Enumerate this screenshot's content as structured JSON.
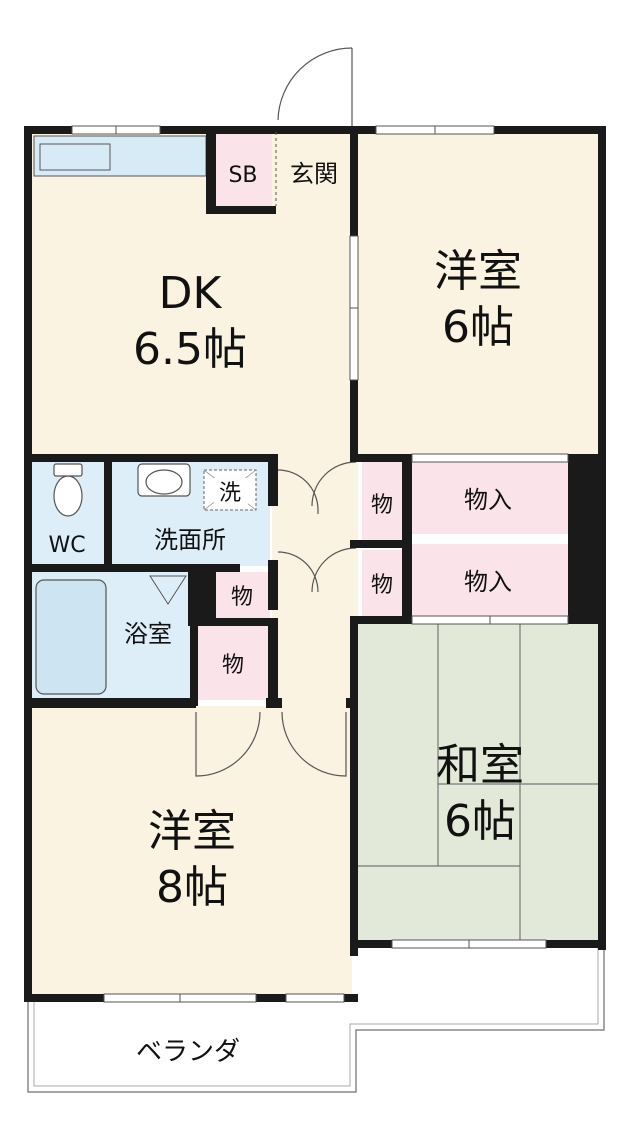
{
  "rooms": {
    "dk": {
      "name": "DK",
      "size": "6.5帖"
    },
    "yoshitsu_ne": {
      "name": "洋室",
      "size": "6帖"
    },
    "washitsu": {
      "name": "和室",
      "size": "6帖"
    },
    "yoshitsu_sw": {
      "name": "洋室",
      "size": "8帖"
    },
    "wc": "WC",
    "senmenjo": "洗面所",
    "sentakuki": "洗",
    "yokushitsu": "浴室",
    "sb": "SB",
    "genkan": "玄関",
    "mono1": "物",
    "mono2": "物",
    "mono3": "物",
    "mono4": "物",
    "monoire1": "物入",
    "monoire2": "物入",
    "veranda": "ベランダ"
  },
  "colors": {
    "floor": "#fbf3e1",
    "wet": "#ddeef8",
    "storage": "#fbe3ea",
    "tatami": "#e2e9d8",
    "wall": "#1a1a1a"
  }
}
